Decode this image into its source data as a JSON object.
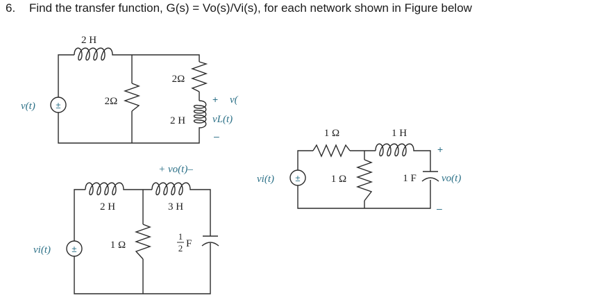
{
  "question": {
    "number": "6.",
    "text": "Find the transfer function, G(s) = Vo(s)/Vi(s), for each network shown in Figure below"
  },
  "circuit_a": {
    "source_label": "v(t)",
    "source_symbol": "±",
    "top_inductor": "2 H",
    "middle_resistor": "2Ω",
    "right_resistor": "2Ω",
    "right_inductor": "2 H",
    "output_plus": "+",
    "output_label_top": "v(",
    "output_label": "vL(t)",
    "output_minus": "–"
  },
  "circuit_b": {
    "source_label": "vi(t)",
    "source_symbol": "±",
    "left_inductor": "2 H",
    "right_inductor": "3 H",
    "resistor": "1 Ω",
    "capacitor_num": "1",
    "capacitor_den": "2",
    "capacitor_unit": "F",
    "output_label": "+ vo(t)–"
  },
  "circuit_c": {
    "source_label": "vi(t)",
    "source_symbol": "±",
    "series_resistor": "1 Ω",
    "shunt_resistor": "1 Ω",
    "inductor": "1 H",
    "capacitor": "1 F",
    "output_plus": "+",
    "output_label": "vo(t)",
    "output_minus": "–"
  }
}
